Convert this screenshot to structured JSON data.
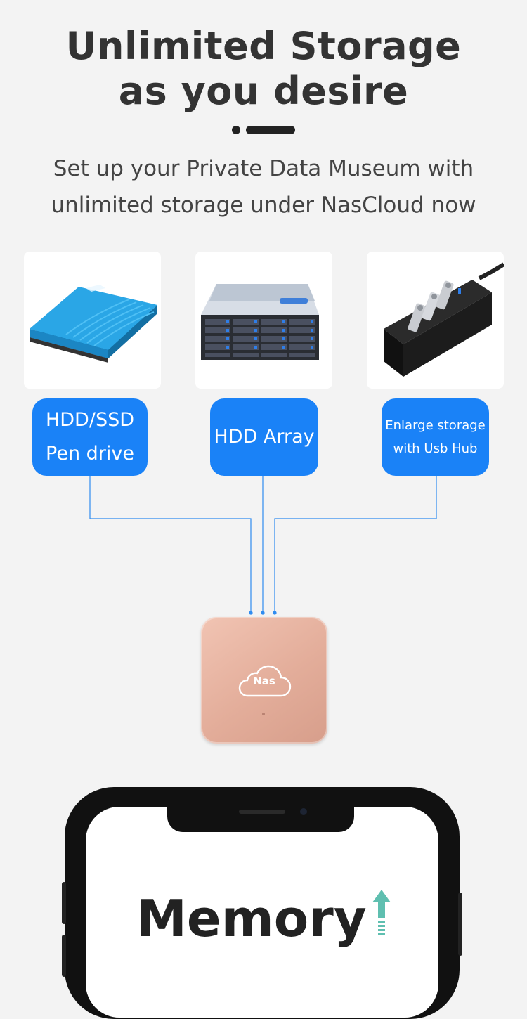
{
  "header": {
    "title_line1": "Unlimited Storage",
    "title_line2": "as you desire",
    "subtitle_line1": "Set up your Private Data Museum with",
    "subtitle_line2": "unlimited storage under NasCloud now"
  },
  "devices": [
    {
      "name": "external-drive",
      "label_line1": "HDD/SSD",
      "label_line2": "Pen drive"
    },
    {
      "name": "hdd-array",
      "label_line1": "HDD Array"
    },
    {
      "name": "usb-hub",
      "label_line1": "Enlarge storage",
      "label_line2": "with Usb Hub"
    }
  ],
  "nas": {
    "logo_text": "Nas"
  },
  "phone": {
    "screen_text": "Memory"
  },
  "colors": {
    "accent": "#1a82f7",
    "nas_body": "#e3ad9a",
    "arrow": "#5fbfb0"
  }
}
